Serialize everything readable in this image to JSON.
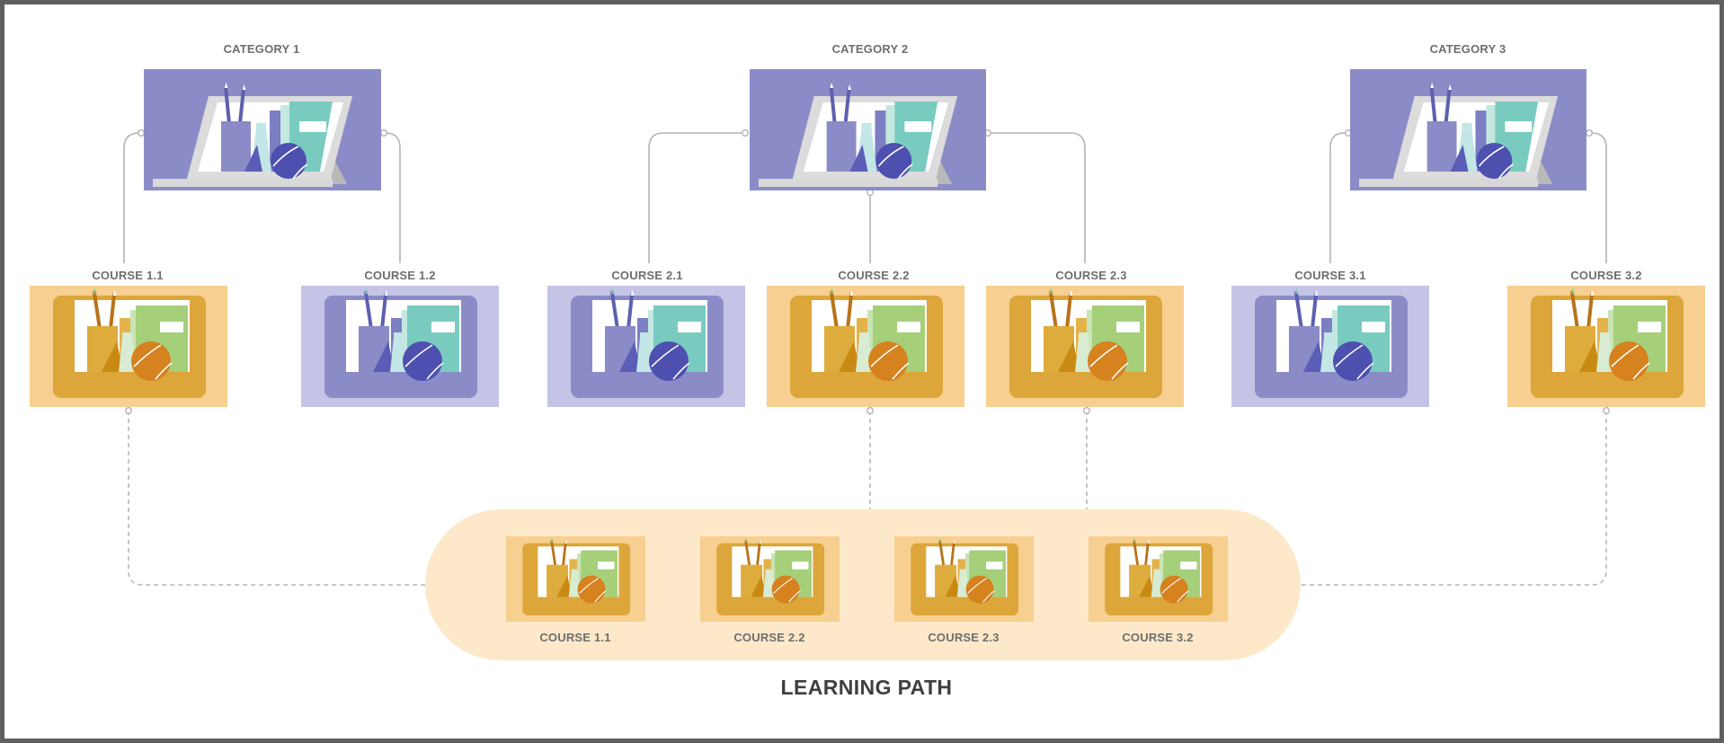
{
  "diagram": {
    "title": "LEARNING PATH",
    "categories": [
      {
        "id": "cat1",
        "label": "CATEGORY 1",
        "theme": "lavender"
      },
      {
        "id": "cat2",
        "label": "CATEGORY 2",
        "theme": "lavender"
      },
      {
        "id": "cat3",
        "label": "CATEGORY 3",
        "theme": "lavender"
      }
    ],
    "courses": [
      {
        "id": "c11",
        "label": "COURSE 1.1",
        "category": "cat1",
        "theme": "orange",
        "in_path": true
      },
      {
        "id": "c12",
        "label": "COURSE 1.2",
        "category": "cat1",
        "theme": "lavender",
        "in_path": false
      },
      {
        "id": "c21",
        "label": "COURSE 2.1",
        "category": "cat2",
        "theme": "lavender",
        "in_path": false
      },
      {
        "id": "c22",
        "label": "COURSE 2.2",
        "category": "cat2",
        "theme": "orange",
        "in_path": true
      },
      {
        "id": "c23",
        "label": "COURSE 2.3",
        "category": "cat2",
        "theme": "orange",
        "in_path": true
      },
      {
        "id": "c31",
        "label": "COURSE 3.1",
        "category": "cat3",
        "theme": "lavender",
        "in_path": false
      },
      {
        "id": "c32",
        "label": "COURSE 3.2",
        "category": "cat3",
        "theme": "orange",
        "in_path": true
      }
    ],
    "learning_path": [
      {
        "id": "p1",
        "label": "COURSE 1.1"
      },
      {
        "id": "p2",
        "label": "COURSE 2.2"
      },
      {
        "id": "p3",
        "label": "COURSE 2.3"
      },
      {
        "id": "p4",
        "label": "COURSE 3.2"
      }
    ]
  },
  "colors": {
    "lavender_bg": "#8b8cc7",
    "lavender_light_bg": "#c4c4e6",
    "orange_bg": "#f7cf90",
    "orange_frame": "#dca63a",
    "path_bg": "#fde9c9",
    "connector": "#b3b3b3"
  },
  "icons": {
    "category_tile": "laptop-with-school-supplies-icon",
    "course_tile": "school-supplies-icon"
  }
}
